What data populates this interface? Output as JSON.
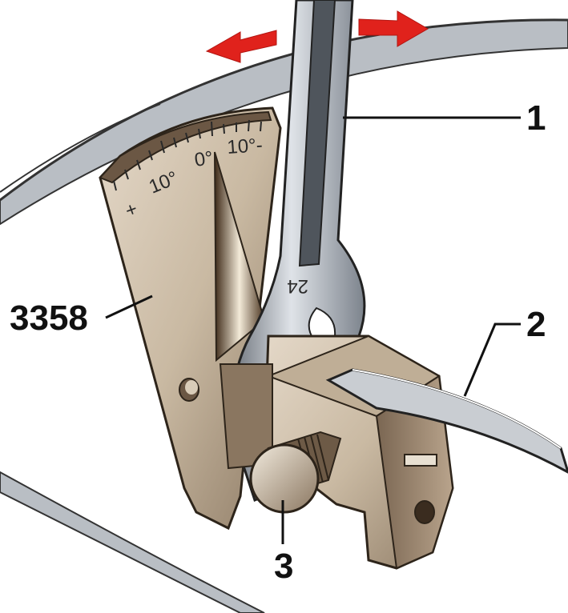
{
  "callouts": {
    "wrench": "1",
    "feeler_gauge": "2",
    "knurled_screw": "3",
    "tool_number": "3358"
  },
  "scale": {
    "left_mark": "10°",
    "zero_mark": "0°",
    "right_mark": "10°-",
    "plus_mark": "+"
  },
  "wrench_size": "24",
  "colors": {
    "arrow": "#e0221c",
    "metal_tan": "#c8b7a0",
    "steel": "#9aa0a8"
  },
  "icons": {
    "left_arrow": "arrow-left-icon",
    "right_arrow": "arrow-right-icon"
  }
}
